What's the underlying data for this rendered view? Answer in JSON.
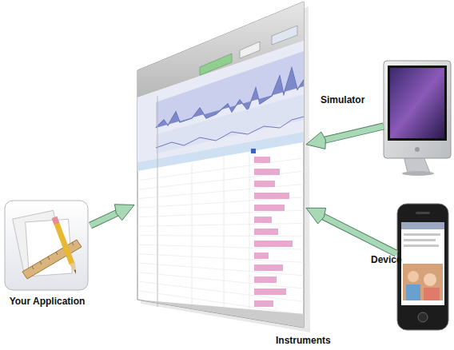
{
  "diagram": {
    "nodes": [
      {
        "text": [
          "Your Application"
        ]
      },
      {
        "text": [
          "Instruments"
        ]
      },
      {
        "text": [
          "Simulator"
        ]
      },
      {
        "text": [
          "Device"
        ]
      }
    ],
    "edges": [
      {
        "from": 0,
        "to": 1,
        "arrow": "to"
      },
      {
        "from": 2,
        "to": 1,
        "arrow": "to"
      },
      {
        "from": 3,
        "to": 1,
        "arrow": "to"
      }
    ]
  }
}
